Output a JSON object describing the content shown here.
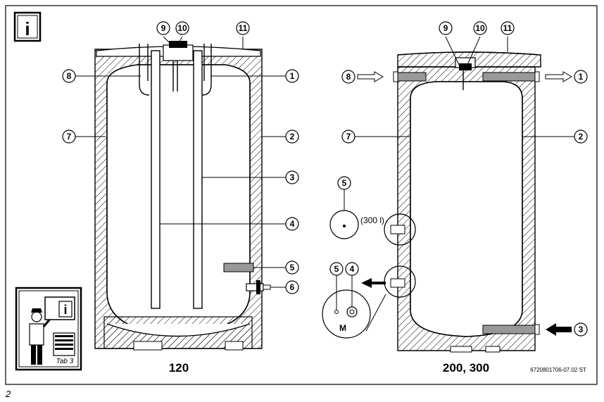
{
  "info_icon": {
    "glyph": "i",
    "icon": "info-icon"
  },
  "manual_icon": {
    "glyph": "i",
    "caption": "Tab 3",
    "icon": "installer-manual-icon"
  },
  "model_left": "120",
  "model_right": "200, 300",
  "drawing_code": "6720801706-07.02 ST",
  "figure_number": "2",
  "detail_note": "(300 l)",
  "motor_label": "M",
  "left_callouts": [
    "9",
    "10",
    "11",
    "8",
    "1",
    "7",
    "2",
    "3",
    "4",
    "5",
    "6"
  ],
  "right_callouts": [
    "9",
    "10",
    "11",
    "8",
    "1",
    "7",
    "2",
    "5",
    "5",
    "4",
    "3"
  ],
  "colors": {
    "line": "#000000",
    "fill": "#ffffff",
    "hatch": "#000000",
    "sensor": "#999999"
  }
}
